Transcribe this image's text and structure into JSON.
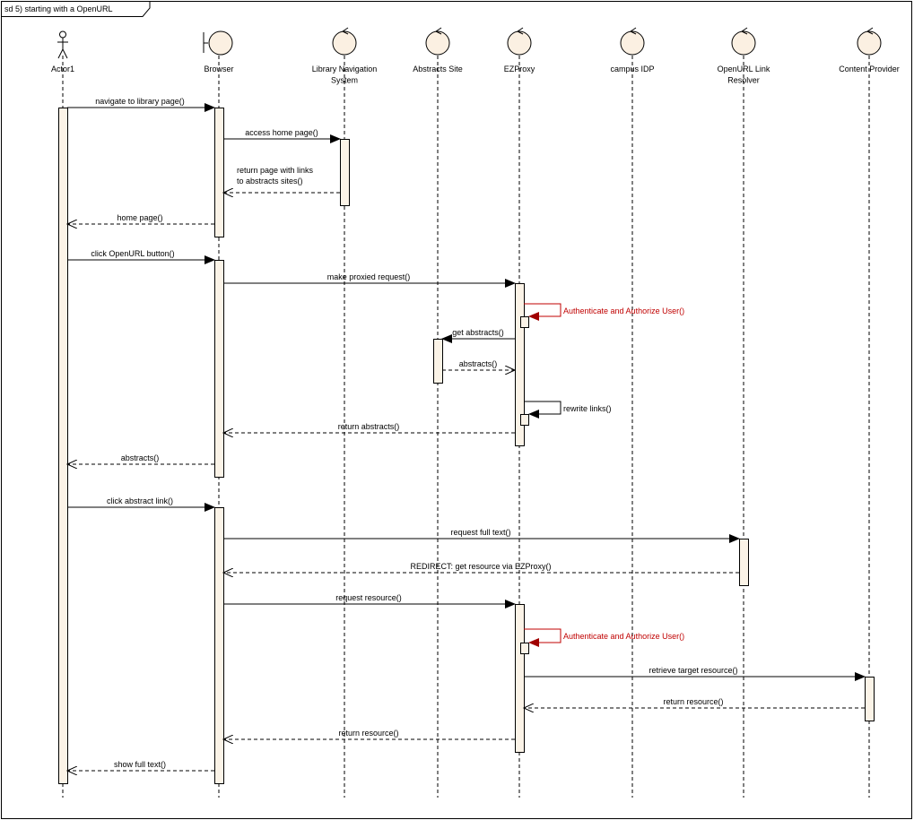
{
  "frame": {
    "title": "sd 5) starting with a OpenURL"
  },
  "participants": [
    {
      "id": "actor1",
      "kind": "actor",
      "label_lines": [
        "Actor1"
      ]
    },
    {
      "id": "browser",
      "kind": "boundary",
      "label_lines": [
        "Browser"
      ]
    },
    {
      "id": "library-nav",
      "kind": "control",
      "label_lines": [
        "Library Navigation",
        "System"
      ]
    },
    {
      "id": "abstracts-site",
      "kind": "control",
      "label_lines": [
        "Abstracts Site"
      ]
    },
    {
      "id": "ezproxy",
      "kind": "control",
      "label_lines": [
        "EZProxy"
      ]
    },
    {
      "id": "campus-idp",
      "kind": "control",
      "label_lines": [
        "campus IDP"
      ]
    },
    {
      "id": "openurl-resolver",
      "kind": "control",
      "label_lines": [
        "OpenURL Link",
        "Resolver"
      ]
    },
    {
      "id": "content-provider",
      "kind": "control",
      "label_lines": [
        "Content Provider"
      ]
    }
  ],
  "messages": [
    {
      "id": "m1",
      "from": "actor1",
      "to": "browser",
      "kind": "sync",
      "label_lines": [
        "navigate to library page()"
      ]
    },
    {
      "id": "m2",
      "from": "browser",
      "to": "library-nav",
      "kind": "sync",
      "label_lines": [
        "access home page()"
      ]
    },
    {
      "id": "m3",
      "from": "library-nav",
      "to": "browser",
      "kind": "return",
      "label_lines": [
        "return page with links",
        "to abstracts sites()"
      ]
    },
    {
      "id": "m4",
      "from": "browser",
      "to": "actor1",
      "kind": "return",
      "label_lines": [
        "home page()"
      ]
    },
    {
      "id": "m5",
      "from": "actor1",
      "to": "browser",
      "kind": "sync",
      "label_lines": [
        "click OpenURL button()"
      ]
    },
    {
      "id": "m6",
      "from": "browser",
      "to": "ezproxy",
      "kind": "sync",
      "label_lines": [
        "make proxied request()"
      ]
    },
    {
      "id": "m7",
      "from": "ezproxy",
      "to": "ezproxy",
      "kind": "self-red",
      "label_lines": [
        "Authenticate and Authorize User()"
      ]
    },
    {
      "id": "m8",
      "from": "ezproxy",
      "to": "abstracts-site",
      "kind": "sync",
      "label_lines": [
        "get abstracts()"
      ]
    },
    {
      "id": "m9",
      "from": "abstracts-site",
      "to": "ezproxy",
      "kind": "return",
      "label_lines": [
        "abstracts()"
      ]
    },
    {
      "id": "m10",
      "from": "ezproxy",
      "to": "ezproxy",
      "kind": "self",
      "label_lines": [
        "rewrite links()"
      ]
    },
    {
      "id": "m11",
      "from": "ezproxy",
      "to": "browser",
      "kind": "return",
      "label_lines": [
        "return abstracts()"
      ]
    },
    {
      "id": "m12",
      "from": "browser",
      "to": "actor1",
      "kind": "return",
      "label_lines": [
        "abstracts()"
      ]
    },
    {
      "id": "m13",
      "from": "actor1",
      "to": "browser",
      "kind": "sync",
      "label_lines": [
        "click abstract link()"
      ]
    },
    {
      "id": "m14",
      "from": "browser",
      "to": "openurl-resolver",
      "kind": "sync",
      "label_lines": [
        "request full text()"
      ]
    },
    {
      "id": "m15",
      "from": "openurl-resolver",
      "to": "browser",
      "kind": "return",
      "label_lines": [
        "REDIRECT: get resource via EZProxy()"
      ]
    },
    {
      "id": "m16",
      "from": "browser",
      "to": "ezproxy",
      "kind": "sync",
      "label_lines": [
        "request resource()"
      ]
    },
    {
      "id": "m17",
      "from": "ezproxy",
      "to": "ezproxy",
      "kind": "self-red",
      "label_lines": [
        "Authenticate and Authorize User()"
      ]
    },
    {
      "id": "m18",
      "from": "ezproxy",
      "to": "content-provider",
      "kind": "sync",
      "label_lines": [
        "retrieve target resource()"
      ]
    },
    {
      "id": "m19",
      "from": "content-provider",
      "to": "ezproxy",
      "kind": "return",
      "label_lines": [
        "return resource()"
      ]
    },
    {
      "id": "m20",
      "from": "ezproxy",
      "to": "browser",
      "kind": "return",
      "label_lines": [
        "return resource()"
      ]
    },
    {
      "id": "m21",
      "from": "browser",
      "to": "actor1",
      "kind": "return",
      "label_lines": [
        "show full text()"
      ]
    }
  ],
  "colors": {
    "activation_fill": "#fbf3e7",
    "control_fill": "#fbf0e2",
    "line": "#000000",
    "self_call_red": "#c00000",
    "frame_tab_fill": "#ffffff"
  },
  "icons": {
    "actor": "stick-figure-icon",
    "boundary": "boundary-icon",
    "control": "control-icon"
  }
}
